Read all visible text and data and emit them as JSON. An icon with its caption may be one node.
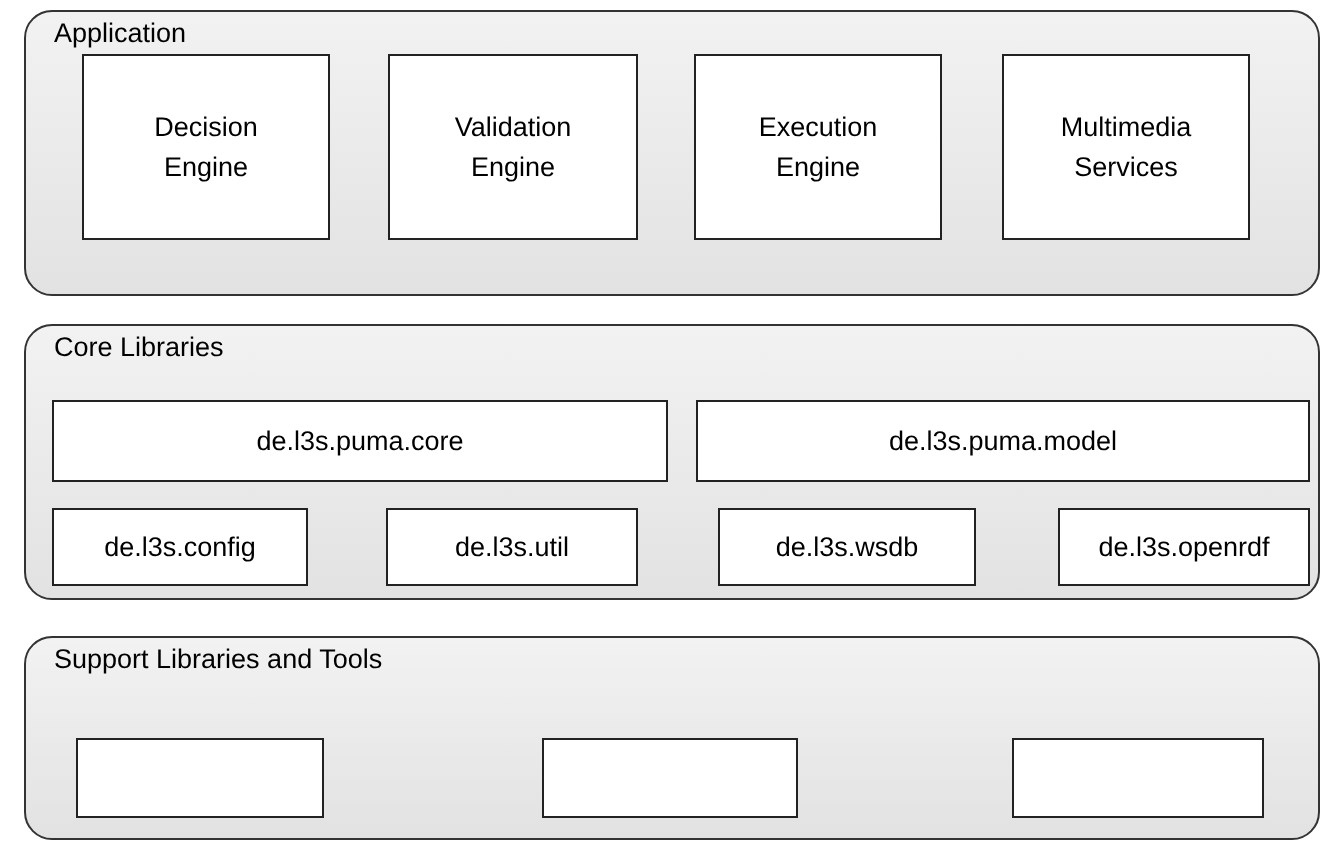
{
  "diagram": {
    "nodes": [
      {
        "text": [
          "Application"
        ]
      },
      {
        "text": [
          "Decision Engine"
        ],
        "in": 0
      },
      {
        "text": [
          "Validation Engine"
        ],
        "in": 0
      },
      {
        "text": [
          "Execution Engine"
        ],
        "in": 0
      },
      {
        "text": [
          "Multimedia Services"
        ],
        "in": 0
      },
      {
        "text": [
          "Core Libraries"
        ]
      },
      {
        "text": [
          "de.l3s.puma.core"
        ],
        "in": 5
      },
      {
        "text": [
          "de.l3s.puma.model"
        ],
        "in": 5
      },
      {
        "text": [
          "de.l3s.config"
        ],
        "in": 5
      },
      {
        "text": [
          "de.l3s.util"
        ],
        "in": 5
      },
      {
        "text": [
          "de.l3s.wsdb"
        ],
        "in": 5
      },
      {
        "text": [
          "de.l3s.openrdf"
        ],
        "in": 5
      },
      {
        "text": [
          "Support Libraries and Tools"
        ]
      },
      {
        "text": [],
        "shape": "box",
        "in": 12
      },
      {
        "text": [],
        "shape": "box",
        "in": 12
      },
      {
        "text": [],
        "shape": "box",
        "in": 12
      }
    ]
  }
}
